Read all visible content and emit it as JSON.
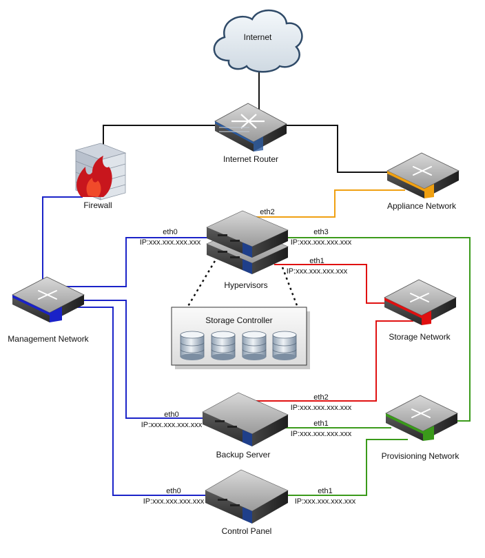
{
  "nodes": {
    "internet": "Internet",
    "router": "Internet Router",
    "firewall": "Firewall",
    "appliance": "Appliance Network",
    "hypervisors": "Hypervisors",
    "management": "Management Network",
    "storage_network": "Storage Network",
    "storage_controller": "Storage Controller",
    "backup": "Backup Server",
    "provisioning": "Provisioning Network",
    "control_panel": "Control Panel"
  },
  "interfaces": {
    "hyp_eth2": "eth2",
    "hyp_eth0": "eth0",
    "hyp_eth0_ip": "IP:xxx.xxx.xxx.xxx",
    "hyp_eth3": "eth3",
    "hyp_eth3_ip": "IP:xxx.xxx.xxx.xxx",
    "hyp_eth1": "eth1",
    "hyp_eth1_ip": "IP:xxx.xxx.xxx.xxx",
    "bk_eth2": "eth2",
    "bk_eth2_ip": "IP:xxx.xxx.xxx.xxx",
    "bk_eth0": "eth0",
    "bk_eth0_ip": "IP:xxx.xxx.xxx.xxx",
    "bk_eth1": "eth1",
    "bk_eth1_ip": "IP:xxx.xxx.xxx.xxx",
    "cp_eth0": "eth0",
    "cp_eth0_ip": "IP:xxx.xxx.xxx.xxx",
    "cp_eth1": "eth1",
    "cp_eth1_ip": "IP:xxx.xxx.xxx.xxx"
  },
  "colors": {
    "management": "#1a22c8",
    "storage": "#e01010",
    "provisioning": "#3a9a1a",
    "appliance": "#f0a010",
    "internet": "#111111"
  }
}
